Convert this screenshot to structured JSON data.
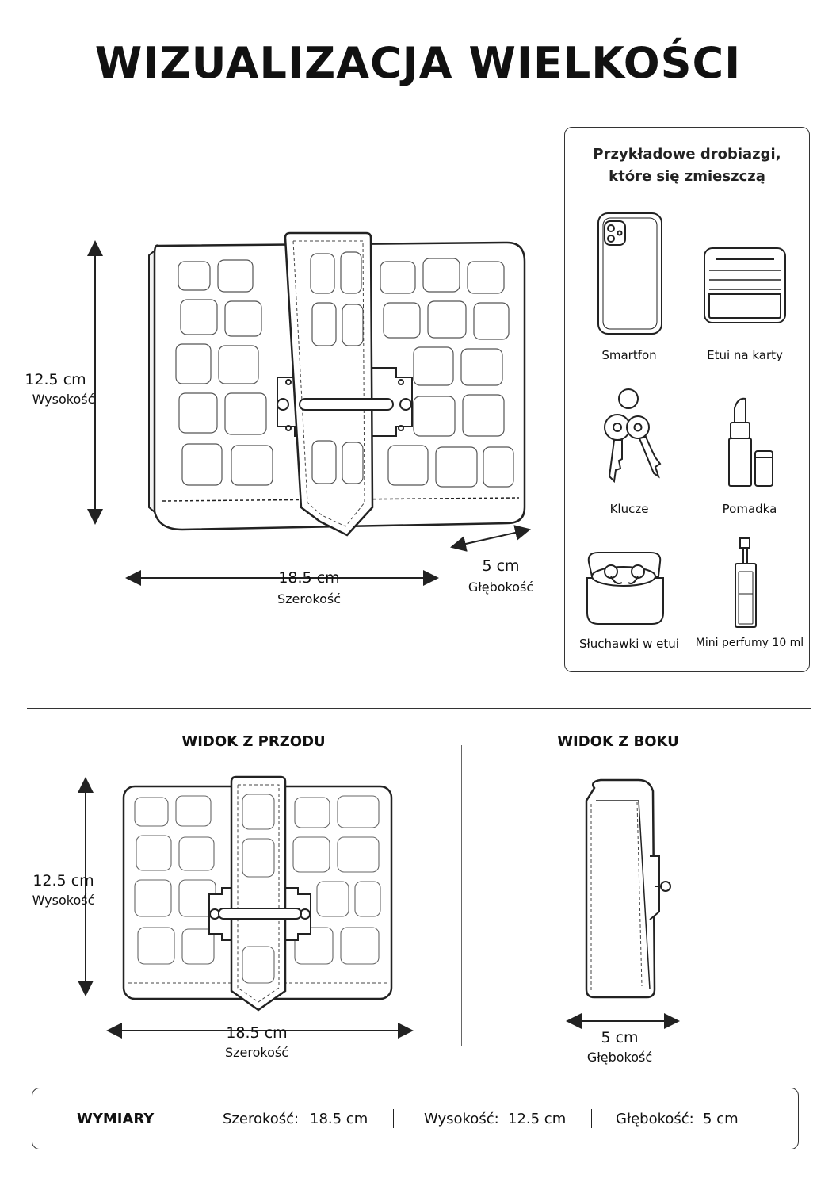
{
  "title": "WIZUALIZACJA WIELKOŚCI",
  "main_view": {
    "height_value": "12.5 cm",
    "height_label": "Wysokość",
    "width_value": "18.5 cm",
    "width_label": "Szerokość",
    "depth_value": "5 cm",
    "depth_label": "Głębokość"
  },
  "items_panel": {
    "title_line1": "Przykładowe drobiazgi,",
    "title_line2": "które się zmieszczą",
    "items": [
      {
        "label": "Smartfon",
        "icon": "smartphone-icon"
      },
      {
        "label": "Etui na karty",
        "icon": "card-holder-icon"
      },
      {
        "label": "Klucze",
        "icon": "keys-icon"
      },
      {
        "label": "Pomadka",
        "icon": "lipstick-icon"
      },
      {
        "label": "Słuchawki w etui",
        "icon": "earbuds-case-icon"
      },
      {
        "label": "Mini perfumy 10 ml",
        "icon": "perfume-icon"
      }
    ]
  },
  "front_view": {
    "title": "WIDOK Z PRZODU",
    "height_value": "12.5 cm",
    "height_label": "Wysokość",
    "width_value": "18.5 cm",
    "width_label": "Szerokość"
  },
  "side_view": {
    "title": "WIDOK Z BOKU",
    "depth_value": "5 cm",
    "depth_label": "Głębokość"
  },
  "summary": {
    "label": "WYMIARY",
    "width_label": "Szerokość:",
    "width_value": "18.5 cm",
    "height_label": "Wysokość:",
    "height_value": "12.5 cm",
    "depth_label": "Głębokość:",
    "depth_value": "5 cm"
  },
  "colors": {
    "line": "#222222",
    "background": "#ffffff"
  }
}
